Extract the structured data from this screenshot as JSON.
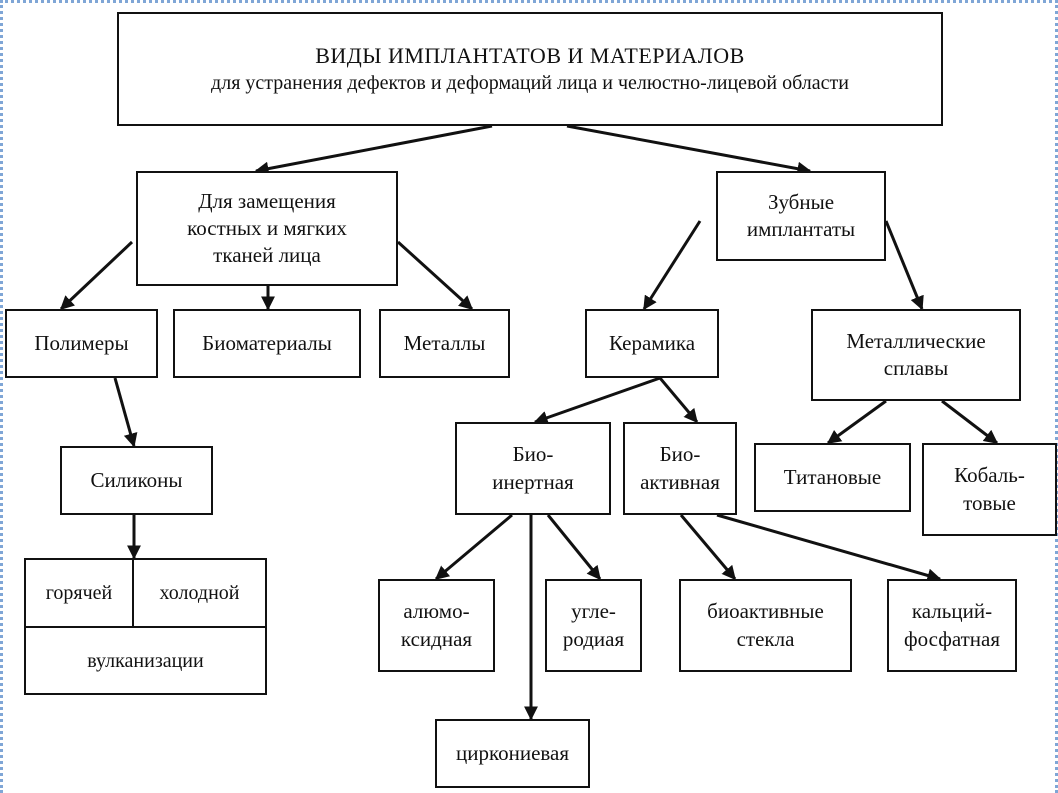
{
  "diagram": {
    "title": {
      "main": "ВИДЫ ИМПЛАНТАТОВ И МАТЕРИАЛОВ",
      "sub": "для устранения дефектов и деформаций лица и челюстно-лицевой области"
    },
    "nodes": {
      "replacement": [
        "Для замещения",
        "костных и мягких",
        "тканей лица"
      ],
      "dental": [
        "Зубные",
        "имплантаты"
      ],
      "polymers": [
        "Полимеры"
      ],
      "biomaterials": [
        "Биоматериалы"
      ],
      "metals": [
        "Металлы"
      ],
      "ceramics": [
        "Керамика"
      ],
      "metal_alloys": [
        "Металлические",
        "сплавы"
      ],
      "silicones": [
        "Силиконы"
      ],
      "bioinert": [
        "Био-",
        "инертная"
      ],
      "bioactive": [
        "Био-",
        "активная"
      ],
      "titanium": [
        "Титановые"
      ],
      "cobalt": [
        "Кобаль-",
        "товые"
      ],
      "alumina": [
        "алюмо-",
        "ксидная"
      ],
      "carbon": [
        "угле-",
        "родиая"
      ],
      "zirconia": [
        "циркониевая"
      ],
      "bioglass": [
        "биоактивные",
        "стекла"
      ],
      "calcium": [
        "кальций-",
        "фосфатная"
      ]
    },
    "vulcanization": {
      "hot": "горячей",
      "cold": "холодной",
      "label": "вулканизации"
    },
    "edges": [
      [
        "title",
        "replacement"
      ],
      [
        "title",
        "dental"
      ],
      [
        "replacement",
        "polymers"
      ],
      [
        "replacement",
        "biomaterials"
      ],
      [
        "replacement",
        "metals"
      ],
      [
        "dental",
        "ceramics"
      ],
      [
        "dental",
        "metal_alloys"
      ],
      [
        "polymers",
        "silicones"
      ],
      [
        "silicones",
        "vulcanization"
      ],
      [
        "ceramics",
        "bioinert"
      ],
      [
        "ceramics",
        "bioactive"
      ],
      [
        "metal_alloys",
        "titanium"
      ],
      [
        "metal_alloys",
        "cobalt"
      ],
      [
        "bioinert",
        "alumina"
      ],
      [
        "bioinert",
        "carbon"
      ],
      [
        "bioinert",
        "zirconia"
      ],
      [
        "bioactive",
        "bioglass"
      ],
      [
        "bioactive",
        "calcium"
      ]
    ]
  },
  "colors": {
    "line": "#111111",
    "frame": "#7fa6d6"
  }
}
